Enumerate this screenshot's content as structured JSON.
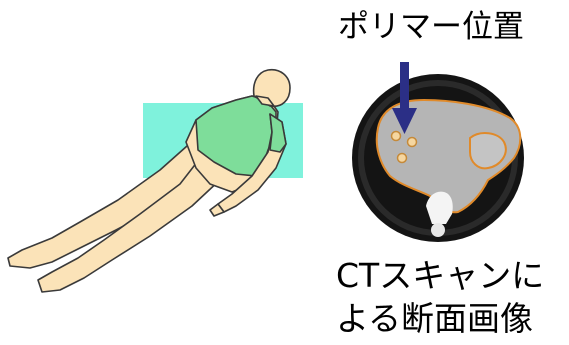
{
  "labels": {
    "polymer_position": "ポリマー位置",
    "ct_caption_line1": "CTスキャンに",
    "ct_caption_line2": "よる断面画像"
  },
  "colors": {
    "body_skin": "#fbe3b8",
    "body_outline": "#3a3a3a",
    "scan_region": "#7ff2dc",
    "torso_overlap": "#7edd9a",
    "arrow": "#2b2f86",
    "ct_dark": "#141414",
    "ct_gray": "#b5b5b5",
    "organ_outline": "#e08a2a"
  },
  "icons": {
    "patient_figure": "lying-person-icon",
    "ct_slice": "ct-cross-section-icon",
    "pointer_arrow": "down-arrow-icon"
  }
}
